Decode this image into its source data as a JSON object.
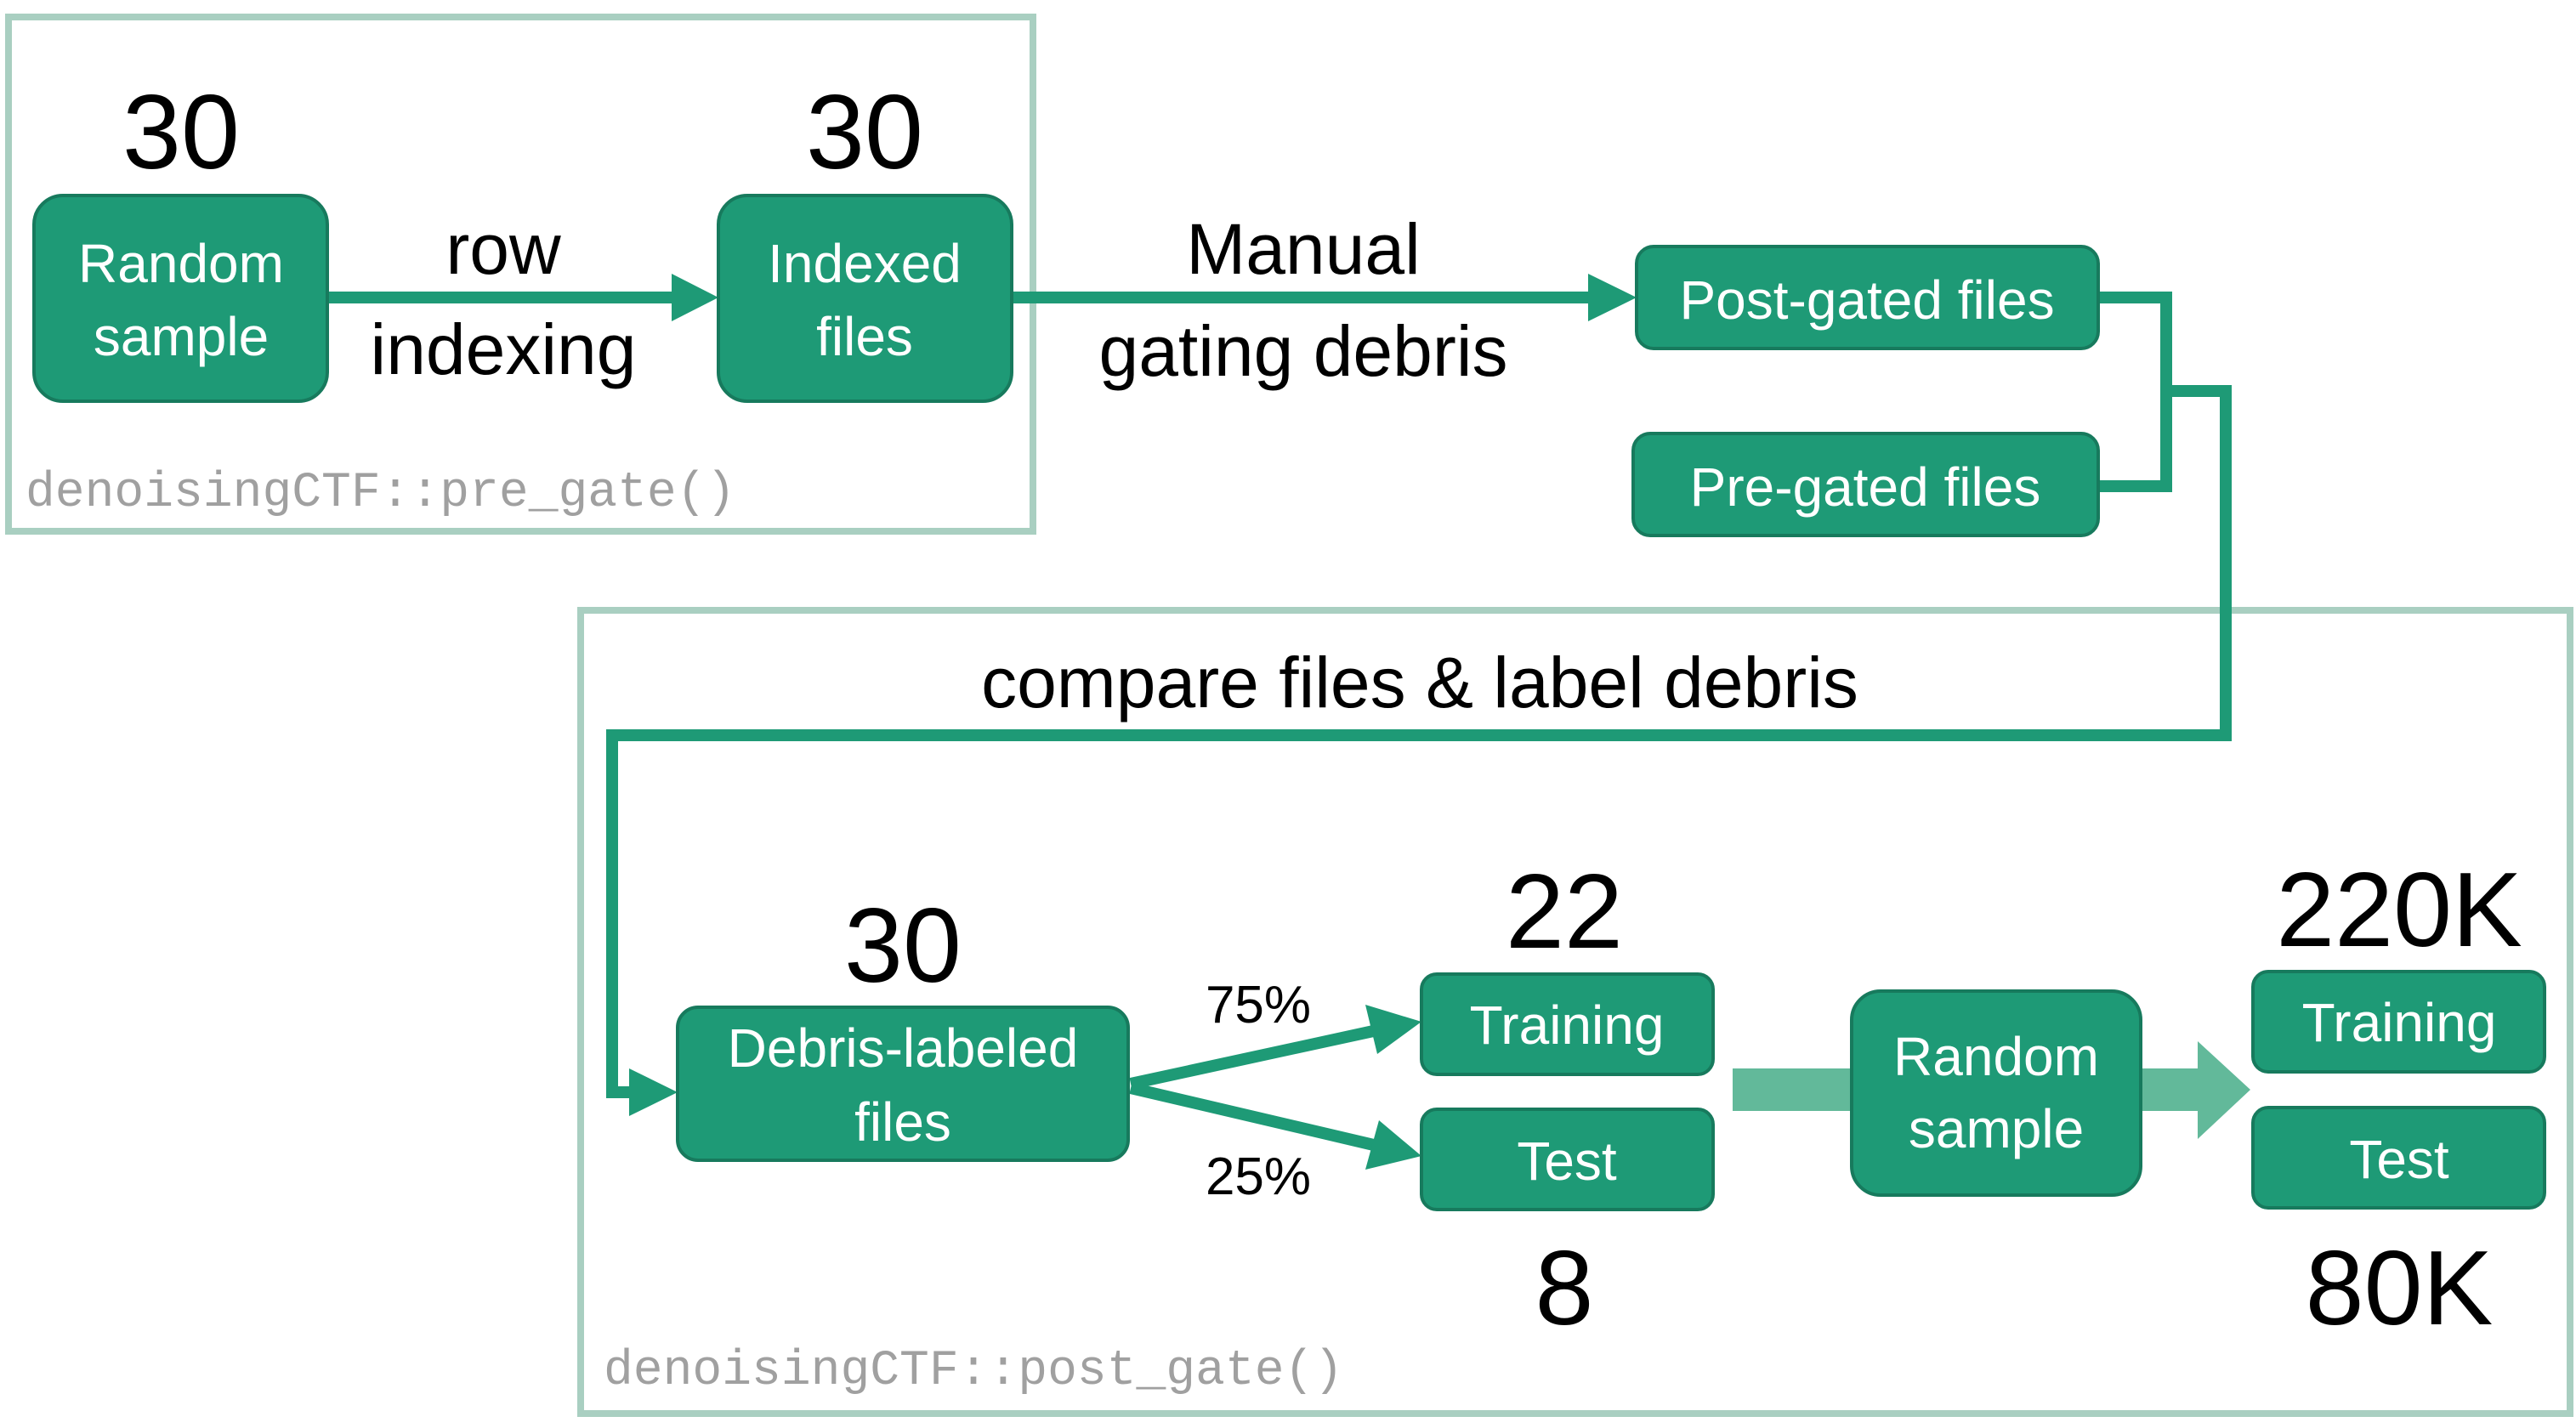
{
  "pre_gate": {
    "function_label": "denoisingCTF::pre_gate()",
    "random_sample": {
      "count": "30",
      "line1": "Random",
      "line2": "sample"
    },
    "row_indexing": {
      "line1": "row",
      "line2": "indexing"
    },
    "indexed_files": {
      "count": "30",
      "line1": "Indexed",
      "line2": "files"
    }
  },
  "manual_gating": {
    "line1": "Manual",
    "line2": "gating debris"
  },
  "post_gated_files": "Post-gated files",
  "pre_gated_files": "Pre-gated files",
  "post_gate": {
    "function_label": "denoisingCTF::post_gate()",
    "compare_label": "compare files & label debris",
    "debris_labeled_files": {
      "count": "30",
      "line1": "Debris-labeled",
      "line2": "files"
    },
    "split": {
      "training_pct": "75%",
      "test_pct": "25%"
    },
    "training": {
      "label": "Training",
      "count": "22"
    },
    "test": {
      "label": "Test",
      "count": "8"
    },
    "random_sample": {
      "line1": "Random",
      "line2": "sample"
    },
    "sampled_training": {
      "label": "Training",
      "count": "220K"
    },
    "sampled_test": {
      "label": "Test",
      "count": "80K"
    }
  },
  "colors": {
    "box_fill": "#1e9a76",
    "frame_stroke": "#a9cfc1",
    "function_text": "#a0a0a0",
    "fat_arrow": "#62b99a"
  }
}
